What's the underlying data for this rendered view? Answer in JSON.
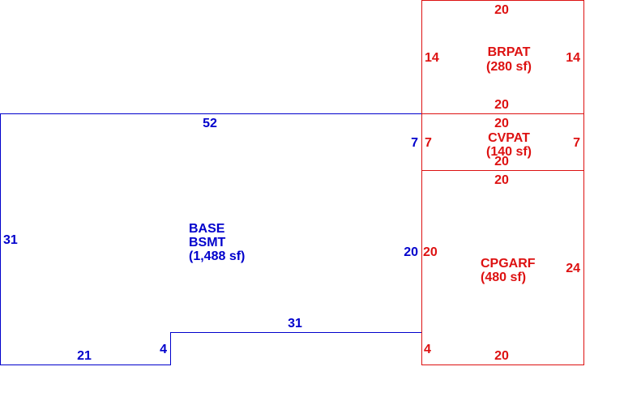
{
  "colors": {
    "base": "#0000cc",
    "addon": "#dd1111"
  },
  "base_area": {
    "lines": [
      "BASE",
      "BSMT",
      "(1,488 sf)"
    ],
    "dims": {
      "top": "52",
      "left": "31",
      "right_outer": "7",
      "right_inner": "20",
      "bottom_left": "21",
      "step": "4",
      "bottom_right": "31"
    }
  },
  "brpat": {
    "lines": [
      "BRPAT",
      "(280 sf)"
    ],
    "dims": {
      "top": "20",
      "left": "14",
      "right": "14",
      "bottom": "20"
    }
  },
  "cvpat": {
    "lines": [
      "CVPAT",
      "(140 sf)"
    ],
    "dims": {
      "top": "20",
      "left": "7",
      "right": "7",
      "bottom": "20"
    }
  },
  "cpgarf": {
    "lines": [
      "CPGARF",
      "(480 sf)"
    ],
    "dims": {
      "top": "20",
      "left": "20",
      "right": "24",
      "bottom": "20",
      "left_lower": "4"
    }
  }
}
